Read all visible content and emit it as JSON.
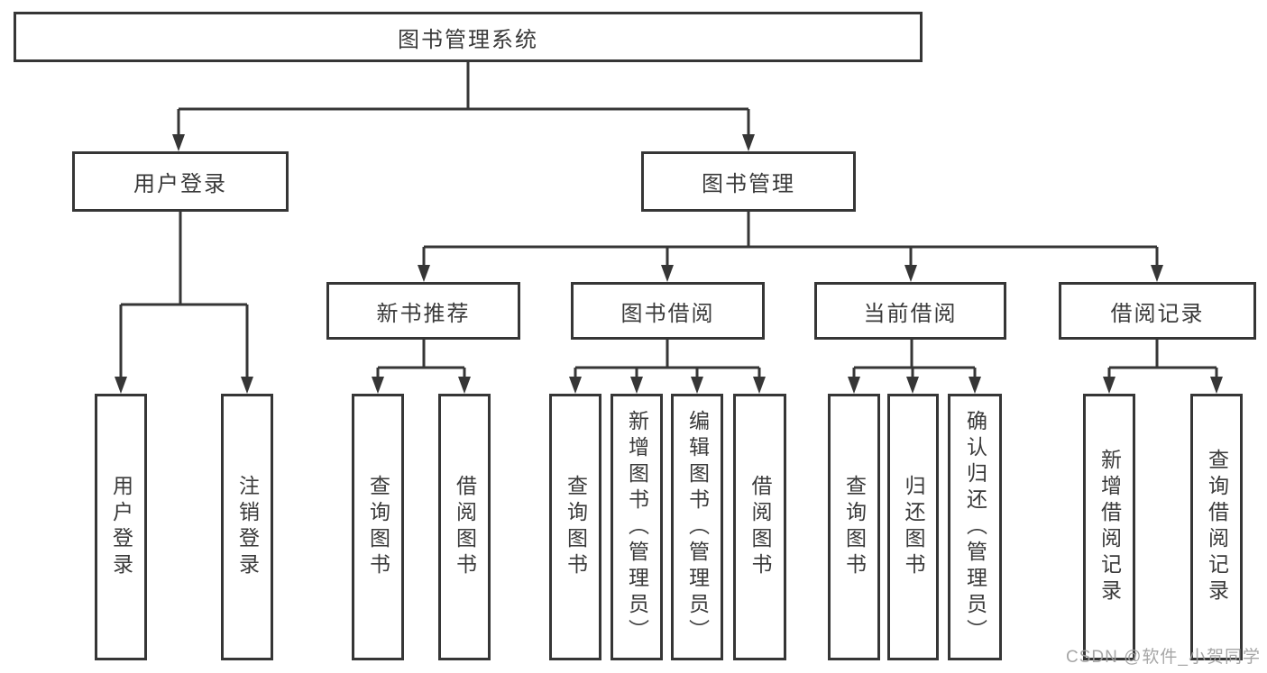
{
  "diagram": {
    "root_label": "图书管理系统",
    "level2": [
      {
        "label": "用户登录",
        "leaves": [
          "用户登录",
          "注销登录"
        ]
      },
      {
        "label": "图书管理",
        "groups": [
          {
            "label": "新书推荐",
            "leaves": [
              "查询图书",
              "借阅图书"
            ]
          },
          {
            "label": "图书借阅",
            "leaves": [
              "查询图书",
              "新增图书（管理员）",
              "编辑图书（管理员）",
              "借阅图书"
            ]
          },
          {
            "label": "当前借阅",
            "leaves": [
              "查询图书",
              "归还图书",
              "确认归还（管理员）"
            ]
          },
          {
            "label": "借阅记录",
            "leaves": [
              "新增借阅记录",
              "查询借阅记录"
            ]
          }
        ]
      }
    ]
  },
  "watermark": {
    "text": "CSDN @软件_小贺同学"
  },
  "colors": {
    "background": "#ffffff",
    "line": "#363636",
    "box_border": "#363636",
    "text": "#3a3a3a",
    "watermark": "#9e9e9e"
  }
}
